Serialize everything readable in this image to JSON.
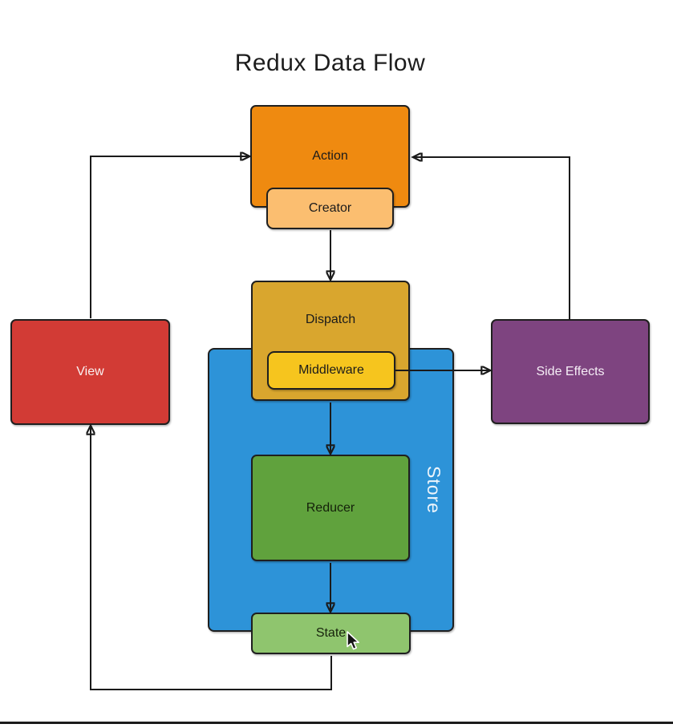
{
  "title": "Redux Data Flow",
  "nodes": {
    "action": {
      "label": "Action",
      "fill": "#EF8A10",
      "text_color": "#1b1b1b"
    },
    "creator": {
      "label": "Creator",
      "fill": "#FBBE70",
      "text_color": "#1b1b1b"
    },
    "dispatch": {
      "label": "Dispatch",
      "fill": "#D9A62E",
      "text_color": "#1b1b1b"
    },
    "middleware": {
      "label": "Middleware",
      "fill": "#F6C51E",
      "text_color": "#1b1b1b"
    },
    "store": {
      "label": "Store",
      "fill": "#2D93D8",
      "text_color": "#EDF5FB"
    },
    "reducer": {
      "label": "Reducer",
      "fill": "#60A23D",
      "text_color": "#14200a"
    },
    "state": {
      "label": "State",
      "fill": "#8FC56E",
      "text_color": "#17230c"
    },
    "view": {
      "label": "View",
      "fill": "#D23B35",
      "text_color": "#F9F1F1"
    },
    "side_effects": {
      "label": "Side Effects",
      "fill": "#7E4480",
      "text_color": "#F6EEF6"
    }
  },
  "edges": [
    {
      "from": "Action Creator",
      "to": "Dispatch"
    },
    {
      "from": "Dispatch",
      "to": "Reducer"
    },
    {
      "from": "Reducer",
      "to": "State"
    },
    {
      "from": "State",
      "to": "View"
    },
    {
      "from": "View",
      "to": "Action"
    },
    {
      "from": "Middleware",
      "to": "Side Effects"
    },
    {
      "from": "Side Effects",
      "to": "Action"
    }
  ],
  "colors": {
    "background": "#ffffff",
    "edge": "#1a1a1a",
    "node_border": "#1f1f1f",
    "title_text": "#1d1d1d",
    "bottom_rule": "#1b1b1b"
  }
}
